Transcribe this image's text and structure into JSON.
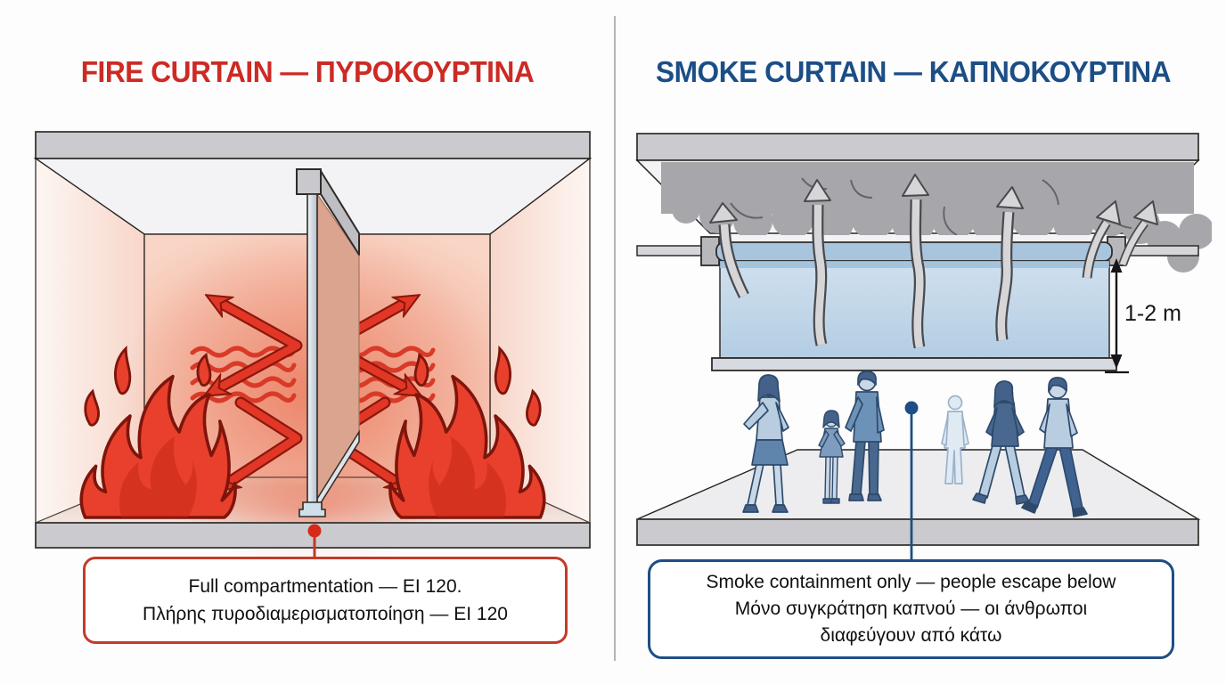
{
  "page": {
    "background_color": "#fdfdfe",
    "divider_color": "#b4b4b7",
    "description": "Comparison infographic: fire curtain vs smoke curtain (English / Greek)"
  },
  "left_panel": {
    "title": "FIRE CURTAIN — ΠΥΡΟΚΟΥΡΤΙΝΑ",
    "title_color": "#cd2a24",
    "callout": {
      "line1": "Full compartmentation — EI 120.",
      "line2": "Πλήρης πυροδιαμερισματοποίηση — EI 120",
      "border_color": "#c23b2a"
    },
    "diagram": {
      "scene": "room cross-section with vertical fire curtain, flames and heat arrows on both sides",
      "accent_color": "#e23726",
      "flame_color": "#e8402c",
      "curtain_color": "#dfe7ee",
      "marker_color": "#d62a1c"
    }
  },
  "right_panel": {
    "title": "SMOKE CURTAIN — ΚΑΠΝΟΚΟΥΡΤΙΝΑ",
    "title_color": "#1c4e86",
    "dimension_label": "1-2 m",
    "callout": {
      "line1": "Smoke containment only — people escape below",
      "line2": "Μόνο συγκράτηση καπνού — οι άνθρωποι",
      "line3": "διαφεύγουν από κάτω",
      "border_color": "#1d4e86"
    },
    "diagram": {
      "scene": "smoke layer held at ceiling by hanging smoke curtain, people escaping below",
      "smoke_color": "#a7a7ab",
      "curtain_color": "#bfd5e8",
      "people_color": "#6d92b8",
      "marker_color": "#1d4e86"
    }
  }
}
